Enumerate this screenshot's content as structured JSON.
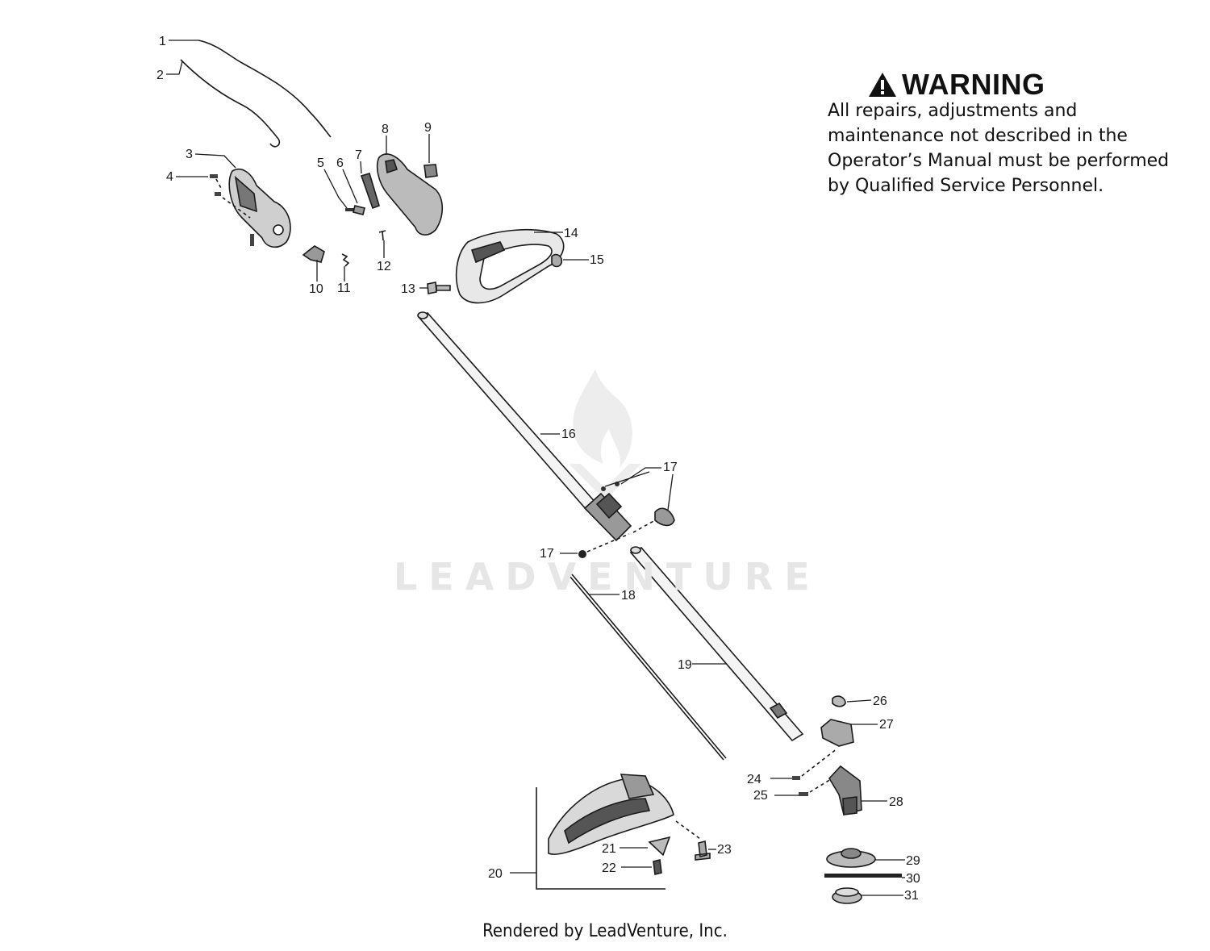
{
  "warning": {
    "title": "WARNING",
    "text": "All repairs, adjustments and maintenance not described in the Operator’s Manual must be performed by Qualified Service Personnel."
  },
  "watermark": "LEADVENTURE",
  "footer": "Rendered by LeadVenture, Inc.",
  "callouts": [
    "1",
    "2",
    "3",
    "4",
    "5",
    "6",
    "7",
    "8",
    "9",
    "10",
    "11",
    "12",
    "13",
    "14",
    "15",
    "16",
    "17",
    "17",
    "18",
    "19",
    "20",
    "21",
    "22",
    "23",
    "24",
    "25",
    "26",
    "27",
    "28",
    "29",
    "30",
    "31"
  ]
}
